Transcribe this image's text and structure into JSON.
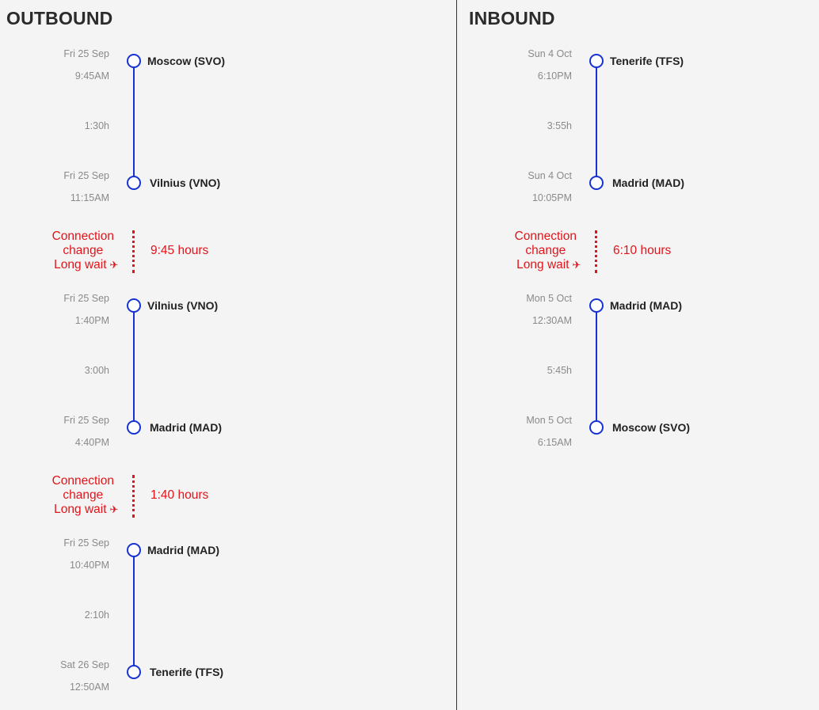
{
  "outbound": {
    "title": "OUTBOUND",
    "segments": [
      {
        "dep_date": "Fri 25 Sep",
        "dep_time": "9:45AM",
        "dep_city": "Moscow (SVO)",
        "duration": "1:30h",
        "arr_date": "Fri 25 Sep",
        "arr_time": "11:15AM",
        "arr_city": "Vilnius (VNO)"
      },
      {
        "dep_date": "Fri 25 Sep",
        "dep_time": "1:40PM",
        "dep_city": "Vilnius (VNO)",
        "duration": "3:00h",
        "arr_date": "Fri 25 Sep",
        "arr_time": "4:40PM",
        "arr_city": "Madrid (MAD)"
      },
      {
        "dep_date": "Fri 25 Sep",
        "dep_time": "10:40PM",
        "dep_city": "Madrid (MAD)",
        "duration": "2:10h",
        "arr_date": "Sat 26 Sep",
        "arr_time": "12:50AM",
        "arr_city": "Tenerife (TFS)"
      }
    ],
    "connections": [
      {
        "line1": "Connection",
        "line2": "change",
        "line3": "Long wait",
        "icon": "✈",
        "hours": "9:45 hours"
      },
      {
        "line1": "Connection",
        "line2": "change",
        "line3": "Long wait",
        "icon": "✈",
        "hours": "1:40 hours"
      }
    ]
  },
  "inbound": {
    "title": "INBOUND",
    "segments": [
      {
        "dep_date": "Sun 4 Oct",
        "dep_time": "6:10PM",
        "dep_city": "Tenerife (TFS)",
        "duration": "3:55h",
        "arr_date": "Sun 4 Oct",
        "arr_time": "10:05PM",
        "arr_city": "Madrid (MAD)"
      },
      {
        "dep_date": "Mon 5 Oct",
        "dep_time": "12:30AM",
        "dep_city": "Madrid (MAD)",
        "duration": "5:45h",
        "arr_date": "Mon 5 Oct",
        "arr_time": "6:15AM",
        "arr_city": "Moscow (SVO)"
      }
    ],
    "connections": [
      {
        "line1": "Connection",
        "line2": "change",
        "line3": "Long wait",
        "icon": "✈",
        "hours": "6:10 hours"
      }
    ]
  },
  "colors": {
    "route_line": "#1733d4",
    "connection": "#e0151b"
  }
}
